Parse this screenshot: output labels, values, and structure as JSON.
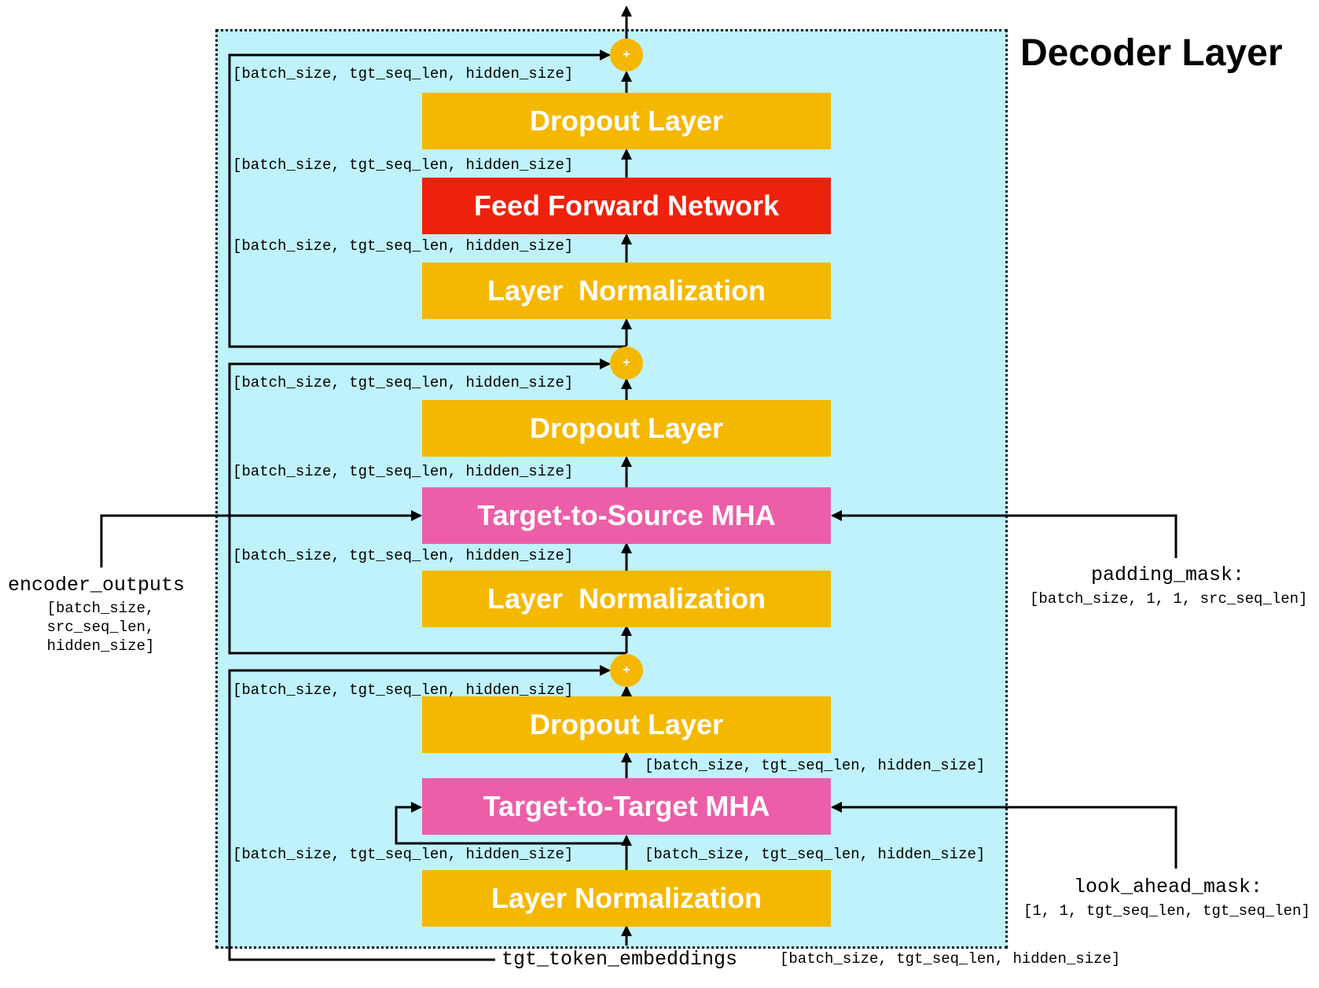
{
  "title": "Decoder Layer",
  "blocks": {
    "dropout3": "Dropout Layer",
    "ffn": "Feed Forward Network",
    "norm3": "Layer  Normalization",
    "dropout2": "Dropout Layer",
    "t2s_mha": "Target-to-Source MHA",
    "norm2": "Layer  Normalization",
    "dropout1": "Dropout Layer",
    "t2t_mha": "Target-to-Target MHA",
    "norm1": "Layer Normalization"
  },
  "plus_symbol": "+",
  "shape_label": "[batch_size, tgt_seq_len, hidden_size]",
  "inputs": {
    "encoder_outputs": {
      "label": "encoder_outputs",
      "shape_lines": [
        "[batch_size,",
        "src_seq_len,",
        "hidden_size]"
      ]
    },
    "padding_mask": {
      "label": "padding_mask:",
      "shape": "[batch_size, 1, 1, src_seq_len]"
    },
    "look_ahead_mask": {
      "label": "look_ahead_mask:",
      "shape": "[1, 1, tgt_seq_len, tgt_seq_len]"
    },
    "tgt_token_embeddings": {
      "label": "tgt_token_embeddings",
      "shape": "[batch_size, tgt_seq_len, hidden_size]"
    }
  },
  "colors": {
    "container_bg": "#bff2fb",
    "orange": "#f5b800",
    "red": "#ee220c",
    "pink": "#ec5fa8"
  }
}
